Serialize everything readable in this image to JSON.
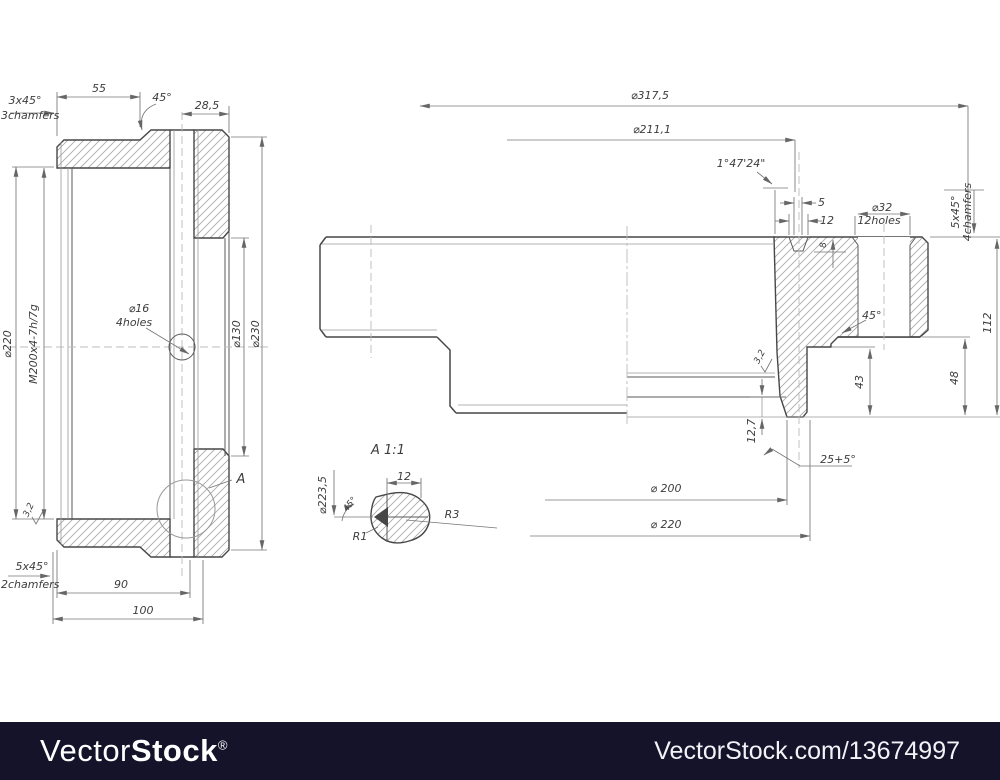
{
  "drawing": {
    "left_view": {
      "note_top_chamfer_1": "3x45°",
      "note_top_chamfer_2": "3chamfers",
      "dim_55": "55",
      "dim_45": "45°",
      "dim_28_5": "28,5",
      "dim_d220": "⌀220",
      "thread_spec": "M200x4-7h/7g",
      "hole_dia": "⌀16",
      "hole_count": "4holes",
      "dim_d130": "⌀130",
      "dim_d230": "⌀230",
      "roughness_3_2": "3,2",
      "note_bottom_chamfer_1": "5x45°",
      "note_bottom_chamfer_2": "2chamfers",
      "dim_90": "90",
      "dim_100": "100",
      "detail_marker": "A"
    },
    "right_view": {
      "dim_d317_5": "⌀317,5",
      "dim_d211_1": "⌀211,1",
      "taper_angle": "1°47'24\"",
      "dim_5": "5",
      "dim_12": "12",
      "hole_dia": "⌀32",
      "hole_count": "12holes",
      "note_chamfer_1": "5x45°",
      "note_chamfer_2": "4chamfers",
      "dim_8": "8",
      "dim_45": "45°",
      "roughness_3_2": "3,2",
      "dim_43": "43",
      "dim_48": "48",
      "dim_112": "112",
      "dim_12_7": "12,7",
      "note_25_5": "25+5°",
      "dim_d200": "⌀ 200",
      "dim_d220": "⌀ 220"
    },
    "detail_view": {
      "title": "A 1:1",
      "dim_d223_5": "⌀223,5",
      "dim_45": "45°",
      "dim_12": "12",
      "r1": "R1",
      "r3": "R3"
    }
  },
  "watermark": {
    "brand_regular": "Vector",
    "brand_bold": "Stock",
    "registered_mark": "®",
    "site_credit": "VectorStock.com/13674997"
  },
  "colors": {
    "outline": "#474747",
    "dim_line": "#767676",
    "hatch": "#a6a6a6",
    "centerline": "#bcbcbc",
    "footer_bg": "#14132a",
    "footer_text": "#ffffff"
  }
}
